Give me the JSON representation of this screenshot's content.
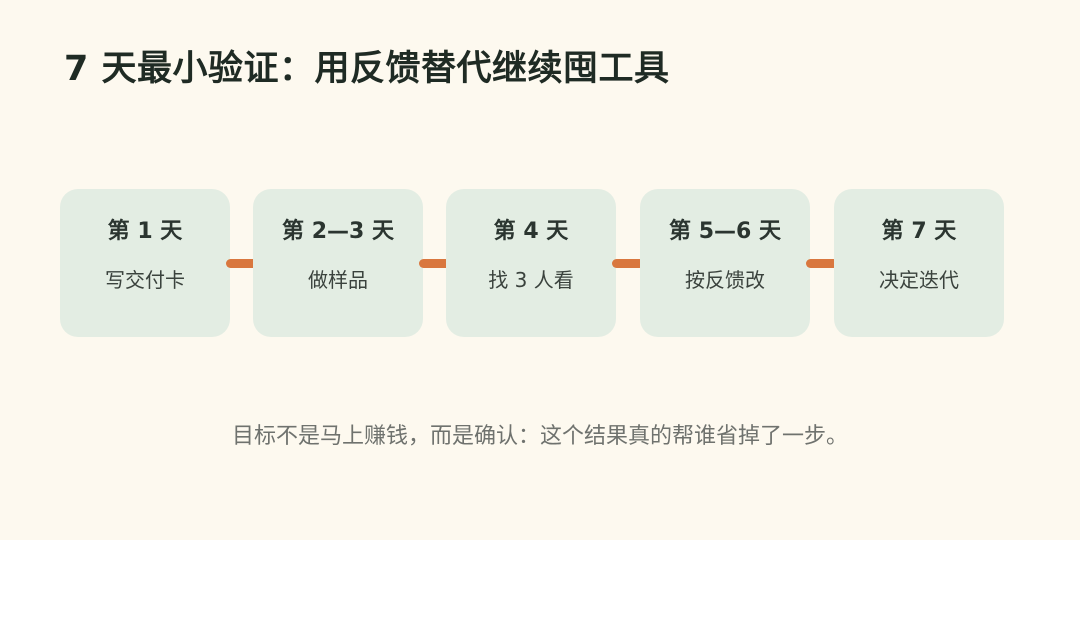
{
  "slide": {
    "title": "7 天最小验证：用反馈替代继续囤工具",
    "steps": [
      {
        "day": "第 1 天",
        "task": "写交付卡"
      },
      {
        "day": "第 2—3 天",
        "task": "做样品"
      },
      {
        "day": "第 4 天",
        "task": "找 3 人看"
      },
      {
        "day": "第 5—6 天",
        "task": "按反馈改"
      },
      {
        "day": "第 7 天",
        "task": "决定迭代"
      }
    ],
    "goal": "目标不是马上赚钱，而是确认：这个结果真的帮谁省掉了一步。"
  },
  "colors": {
    "background": "#fdf9ef",
    "card": "#e3ede3",
    "connector": "#d9773e",
    "title": "#1f2b24",
    "goal_text": "#6f726e"
  }
}
